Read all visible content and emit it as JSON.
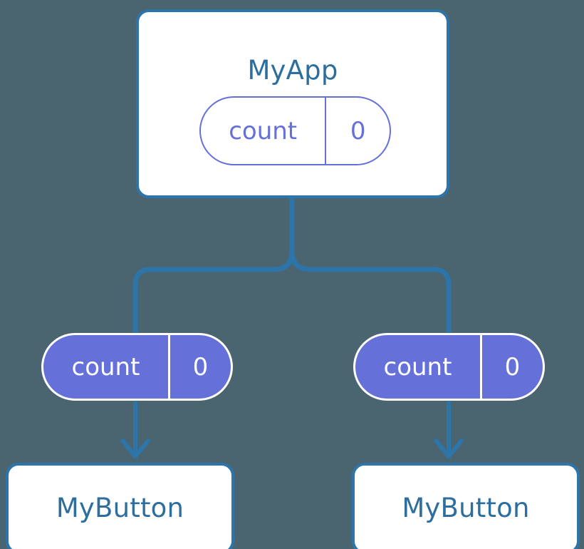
{
  "diagram": {
    "title_text": "MyApp",
    "background_color": "#4a6570",
    "wire_color": "#2d74a8",
    "component_border_color": "#2d74a8",
    "component_text_color": "#2d6e9e",
    "pill_color": "#6570d8",
    "pill_text_color": "#ffffff"
  },
  "root": {
    "name": "MyApp",
    "state": {
      "key": "count",
      "value": "0"
    }
  },
  "branches": [
    {
      "id": "left",
      "prop": {
        "key": "count",
        "value": "0"
      },
      "child": {
        "name": "MyButton"
      }
    },
    {
      "id": "right",
      "prop": {
        "key": "count",
        "value": "0"
      },
      "child": {
        "name": "MyButton"
      }
    }
  ]
}
